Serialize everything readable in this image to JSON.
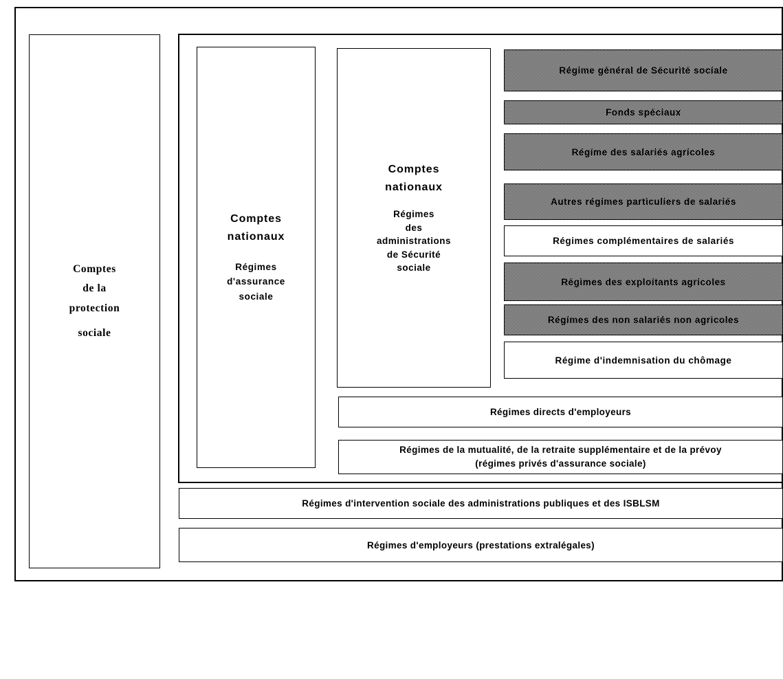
{
  "diagram": {
    "title_hidden": "",
    "left_column": {
      "label_lines": [
        "Comptes",
        "de la",
        "protection",
        "sociale"
      ]
    },
    "column_assurance": {
      "heading_lines": [
        "Comptes",
        "nationaux"
      ],
      "sub_lines": [
        "Régimes",
        "d'assurance",
        "sociale"
      ]
    },
    "column_administrations": {
      "heading_lines": [
        "Comptes",
        "nationaux"
      ],
      "sub_lines": [
        "Régimes",
        "des",
        "administrations",
        "de Sécurité",
        "sociale"
      ]
    },
    "regimes": [
      {
        "label": "Régime général de Sécurité sociale",
        "shaded": true
      },
      {
        "label": "Fonds spéciaux",
        "shaded": true
      },
      {
        "label": "Régime des salariés agricoles",
        "shaded": true
      },
      {
        "label": "Autres régimes particuliers de salariés",
        "shaded": true
      },
      {
        "label": "Régimes complémentaires de salariés",
        "shaded": false
      },
      {
        "label": "Régimes des exploitants agricoles",
        "shaded": true
      },
      {
        "label": "Régimes des non salariés non agricoles",
        "shaded": true
      },
      {
        "label": "Régime d'indemnisation du chômage",
        "shaded": false
      }
    ],
    "wide_boxes": [
      {
        "line1": "Régimes directs d'employeurs",
        "line2": ""
      },
      {
        "line1": "Régimes de la mutualité, de la retraite supplémentaire et de la prévoy",
        "line2": "(régimes privés d'assurance sociale)"
      }
    ],
    "full_boxes": [
      {
        "label": "Régimes d'intervention sociale des administrations publiques et des ISBLSM"
      },
      {
        "label": "Régimes d'employeurs (prestations extralégales)"
      }
    ],
    "colors": {
      "stroke": "#000000",
      "background": "#ffffff",
      "shading": "#808080"
    }
  }
}
